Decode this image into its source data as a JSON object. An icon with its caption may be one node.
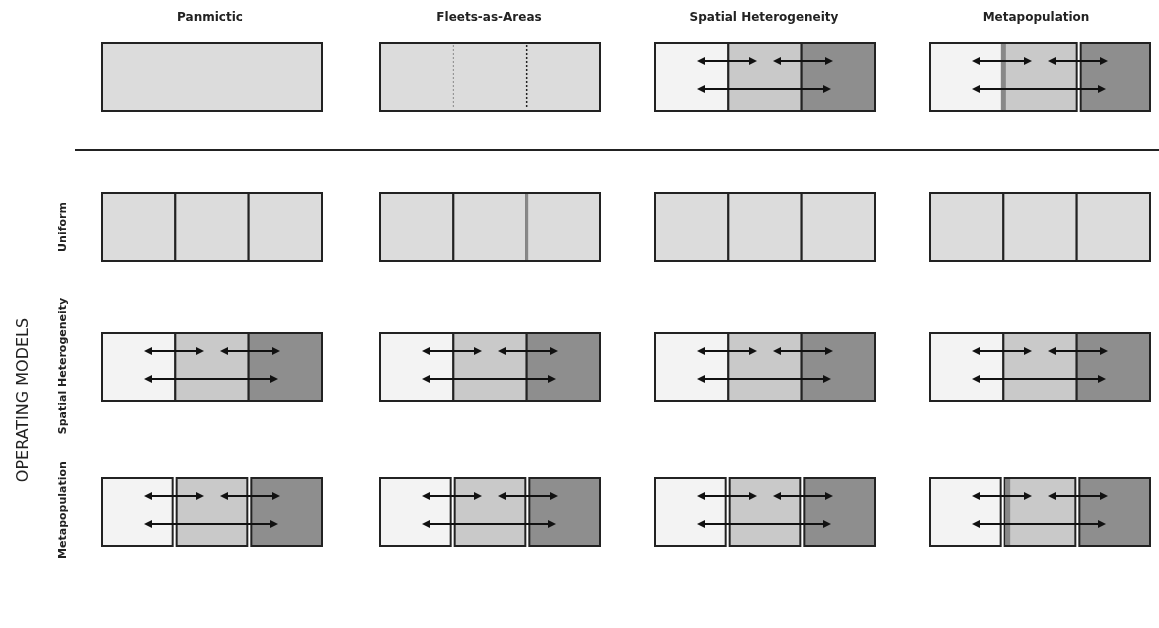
{
  "diagram": {
    "labels": [
      "Panmictic",
      "Fleets-as-Areas",
      "Spatial Heterogeneity",
      "Metapopulation",
      "OPERATING MODELS",
      "Uniform",
      "Spatial Heterogeneity",
      "Metapopulation"
    ]
  }
}
